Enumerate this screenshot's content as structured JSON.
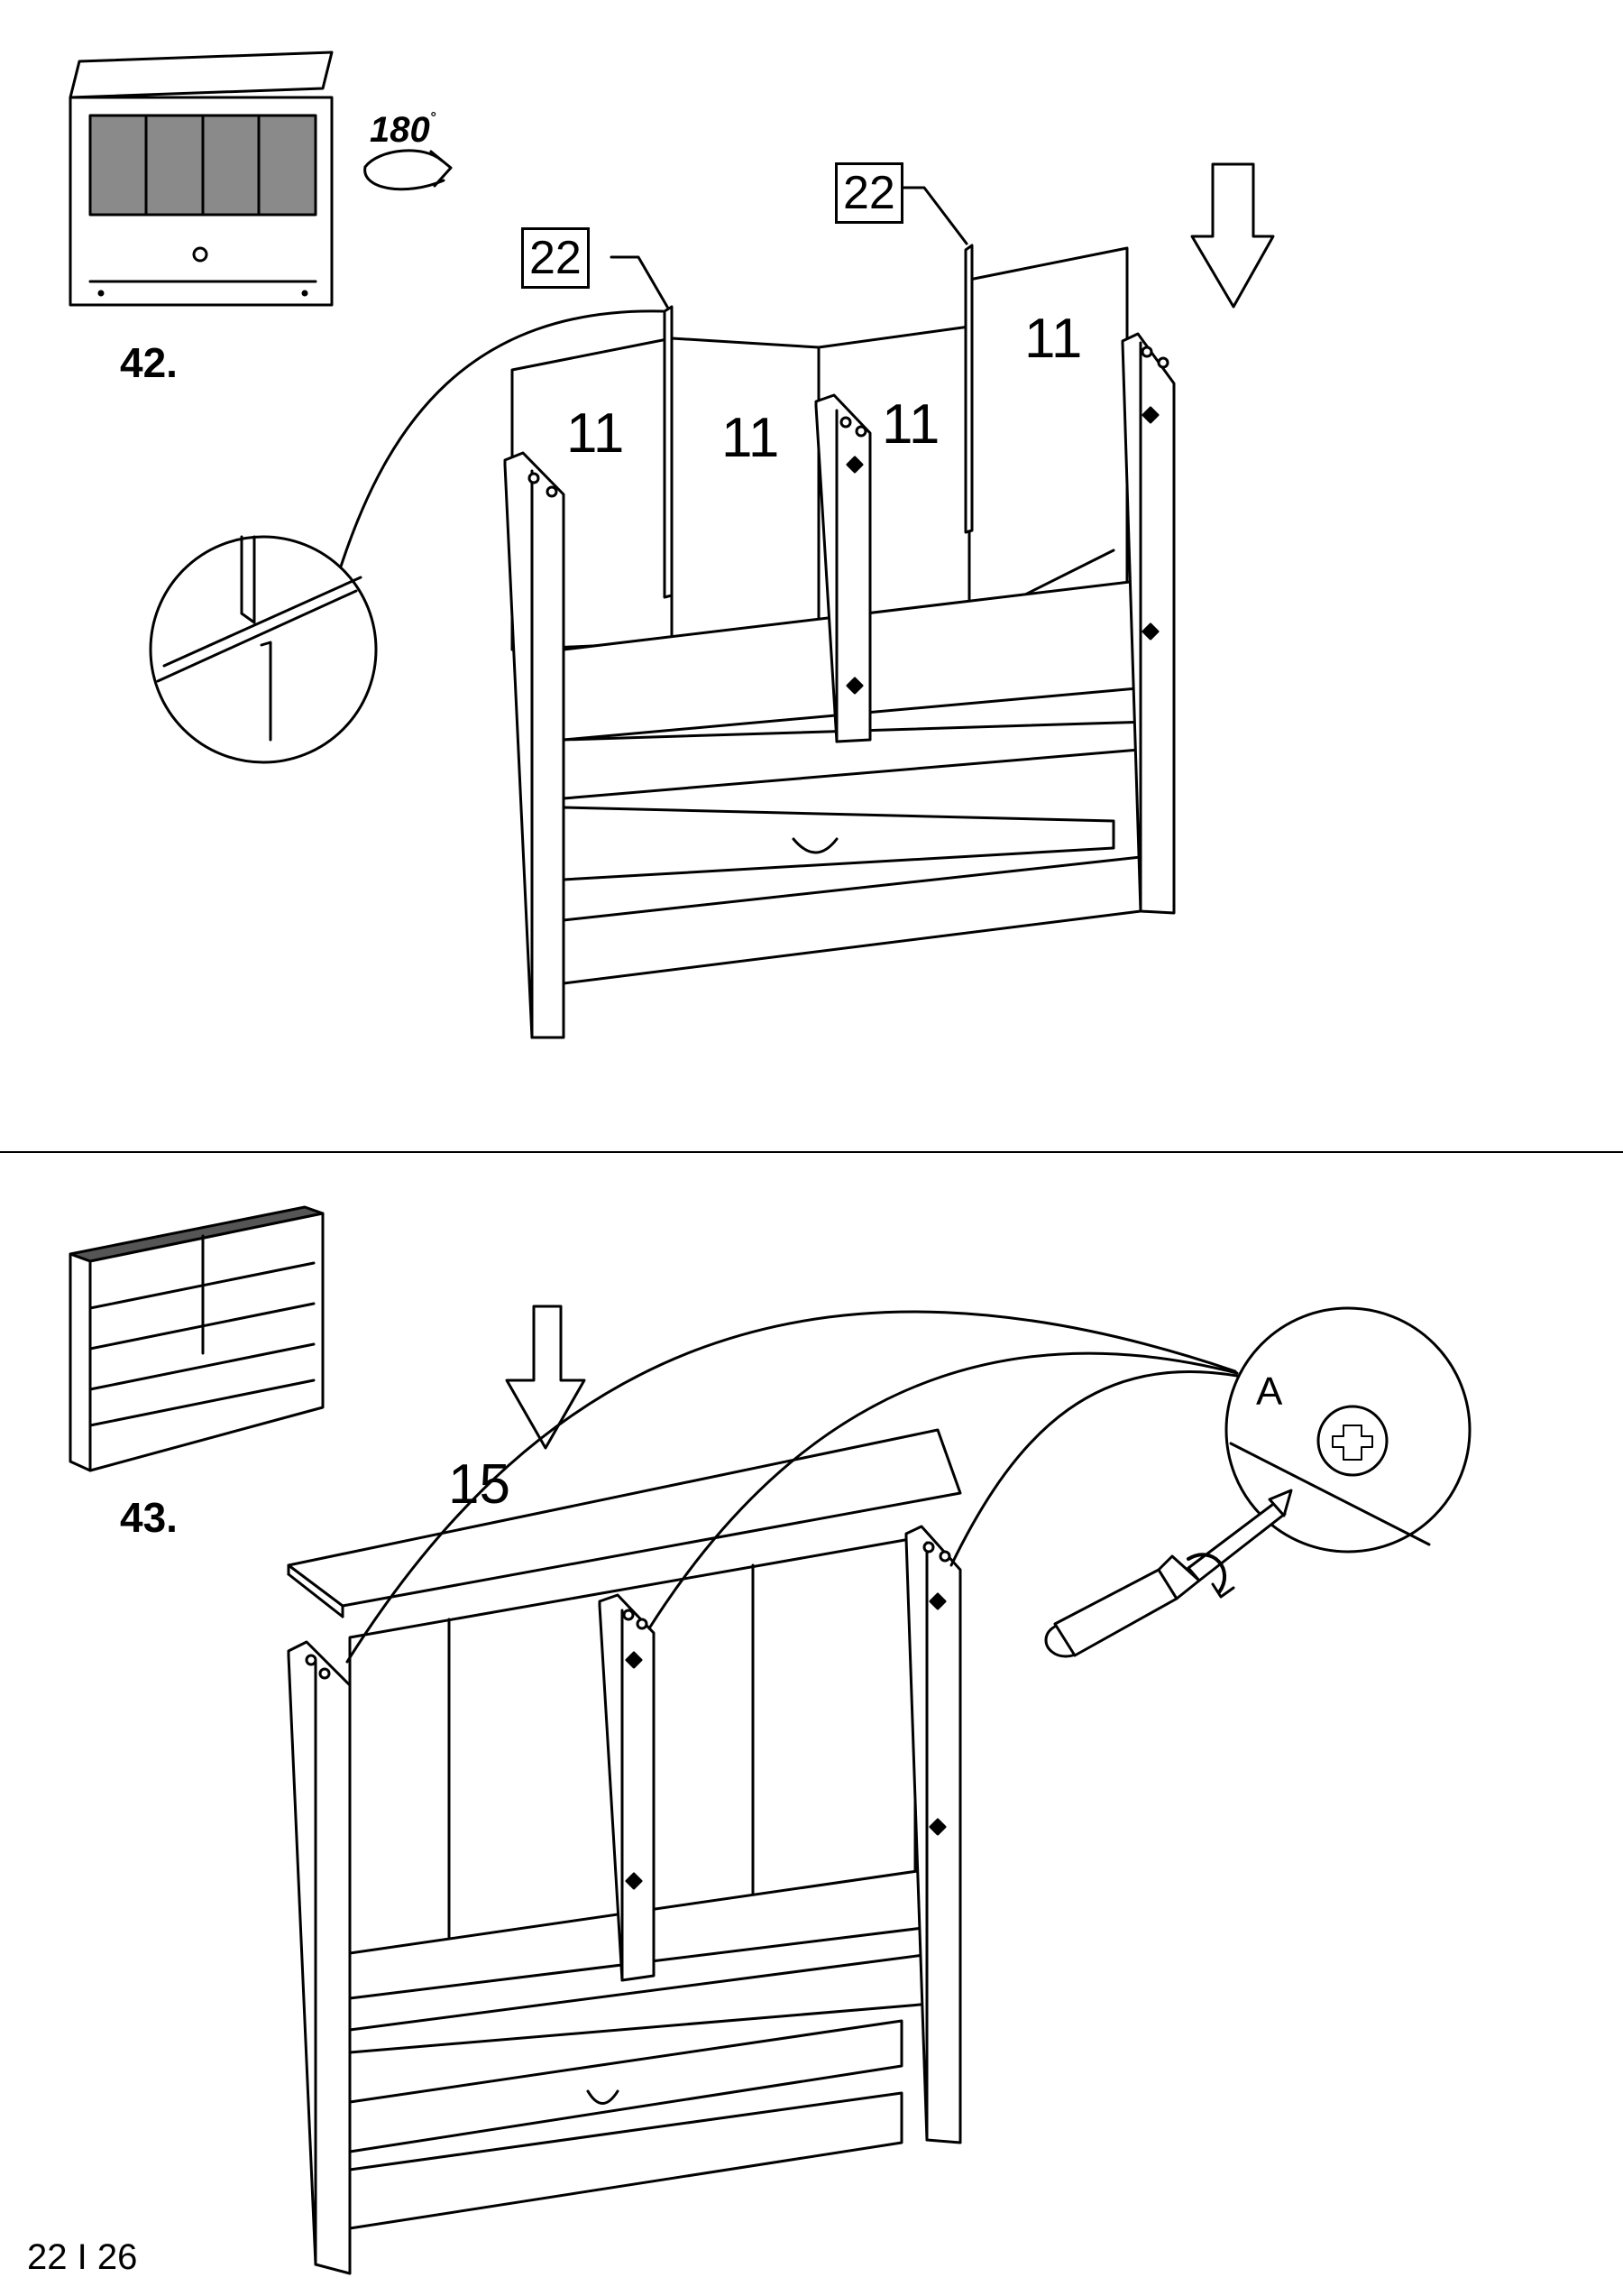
{
  "steps": [
    {
      "number": "42.",
      "rotation": "180",
      "rotation_unit": "°",
      "hardware_label": "22",
      "part_label": "11"
    },
    {
      "number": "43.",
      "part_label": "15",
      "detail_label": "A"
    }
  ],
  "footer": {
    "page": "22 I 26"
  },
  "colors": {
    "line": "#000000",
    "background": "#ffffff",
    "glass": "#8a8a8a"
  },
  "icons": [
    "rotate-arrow-icon",
    "down-arrow-icon",
    "screwdriver-icon",
    "screw-head-icon",
    "magnifier-circle-icon"
  ]
}
